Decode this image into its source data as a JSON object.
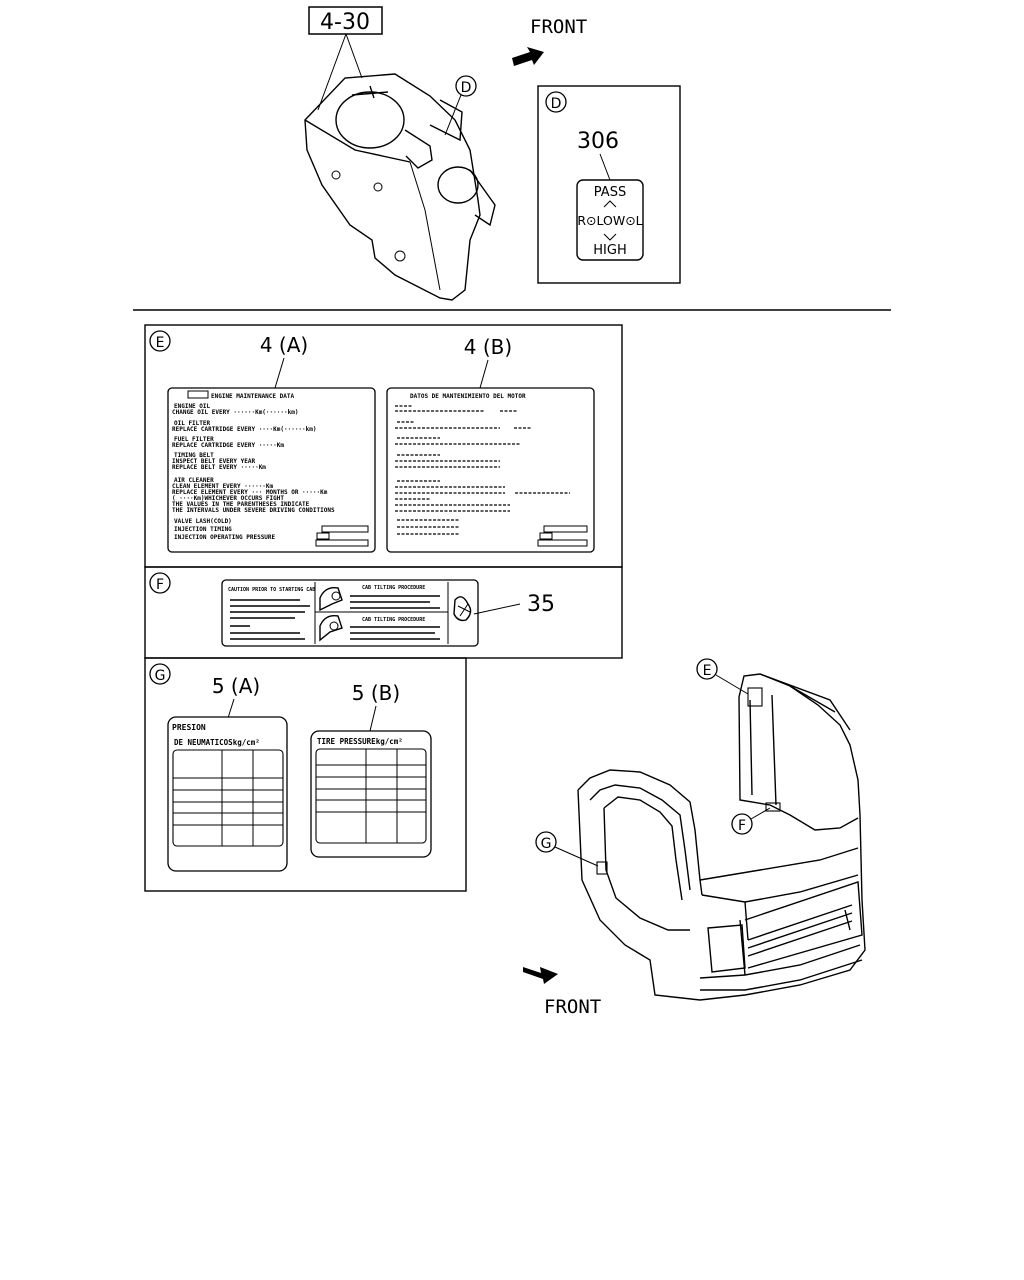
{
  "front_labels": [
    "FRONT",
    "FRONT"
  ],
  "part_ref_4_30": "4-30",
  "callouts": {
    "D": "D",
    "E": "E",
    "F": "F",
    "G": "G"
  },
  "panel_d": {
    "part_no": "306",
    "switch": {
      "top": "PASS",
      "middle": "R⊙LOW⊙L",
      "bottom": "HIGH"
    }
  },
  "panel_e": {
    "label_a": "4 (A)",
    "label_b": "4 (B)",
    "decal_a": {
      "title": "ENGINE MAINTENANCE DATA",
      "lines": [
        "ENGINE OIL",
        "CHANGE OIL EVERY ······Km(······km)",
        "OIL FILTER",
        "REPLACE CARTRIDGE EVERY ····Km(······km)",
        "FUEL FILTER",
        "REPLACE CARTRIDGE EVERY ·····Km",
        "TIMING BELT",
        "INSPECT BELT EVERY YEAR",
        "REPLACE BELT EVERY ·····Km",
        "AIR CLEANER",
        "CLEAN ELEMENT EVERY ······Km",
        "REPLACE ELEMENT EVERY ··· MONTHS OR ·····Km",
        "( ····Km)WHICHEVER OCCURS FIGHT",
        "THE VALUES IN THE PARENTHESES INDICATE",
        "THE INTERVALS UNDER SEVERE DRIVING CONDITIONS",
        "VALVE LASH(COLD)",
        "INJECTION TIMING",
        "INJECTION OPERATING PRESSURE"
      ]
    },
    "decal_b": {
      "title": "DATOS DE MANTENIMIENTO DEL MOTOR"
    }
  },
  "panel_f": {
    "part_no": "35",
    "decal_left_title": "CAUTION PRIOR TO STARTING CAB",
    "decal_mid_title_1": "CAB TILTING PROCEDURE",
    "decal_mid_title_2": "CAB TILTING PROCEDURE"
  },
  "panel_g": {
    "label_a": "5 (A)",
    "label_b": "5 (B)",
    "decal_a": {
      "line1": "PRESION",
      "line2": "DE NEUMATICOSkg/cm²"
    },
    "decal_b": {
      "line1": "TIRE PRESSUREkg/cm²"
    }
  }
}
